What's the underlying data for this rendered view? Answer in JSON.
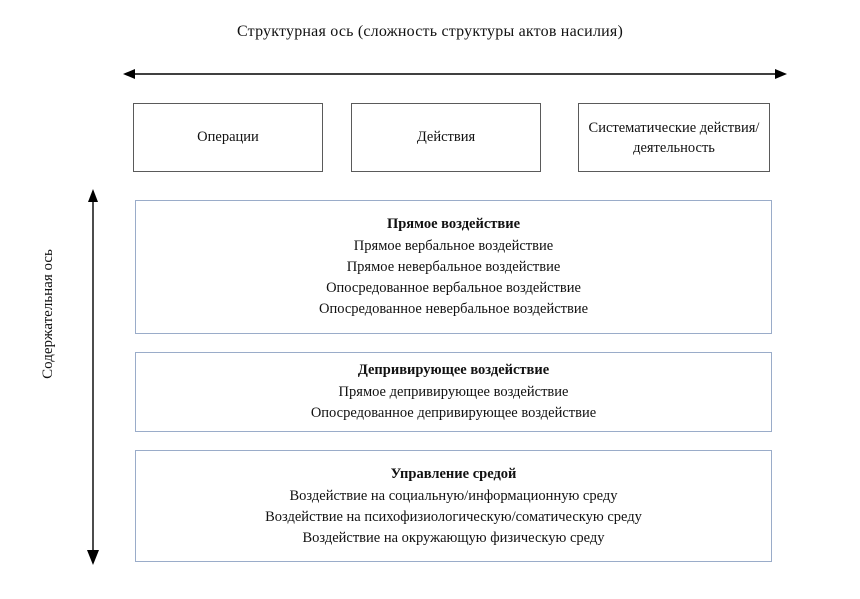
{
  "diagram": {
    "horizontal_axis": {
      "title": "Структурная ось (сложность структуры актов насилия)",
      "arrow": "double-headed-horizontal-arrow"
    },
    "vertical_axis": {
      "title": "Содержательная ось",
      "arrow": "double-headed-vertical-arrow"
    },
    "structural_levels": [
      {
        "label": "Операции"
      },
      {
        "label": "Действия"
      },
      {
        "label": "Систематические действия/ деятельность"
      }
    ],
    "content_blocks": [
      {
        "heading": "Прямое воздействие",
        "items": [
          "Прямое вербальное воздействие",
          "Прямое невербальное воздействие",
          "Опосредованное вербальное воздействие",
          "Опосредованное невербальное воздействие"
        ]
      },
      {
        "heading": "Депривирующее воздействие",
        "items": [
          "Прямое депривирующее воздействие",
          "Опосредованное депривирующее воздействие"
        ]
      },
      {
        "heading": "Управление средой",
        "items": [
          "Воздействие на социальную/информационную среду",
          "Воздействие на психофизиологическую/соматическую среду",
          "Воздействие на окружающую физическую среду"
        ]
      }
    ],
    "colors": {
      "block_border": "#9aacc9",
      "top_box_border": "#5a5a5a",
      "arrow": "#000000",
      "text": "#111111",
      "background": "#ffffff"
    }
  }
}
